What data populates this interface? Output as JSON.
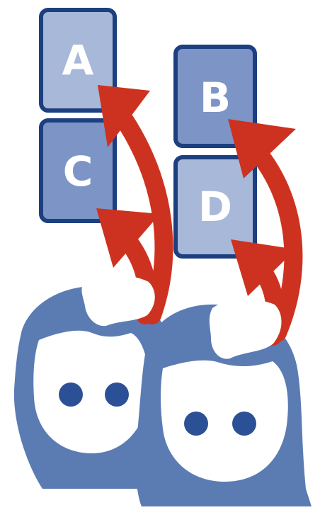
{
  "blocks": {
    "a": {
      "label": "A"
    },
    "b": {
      "label": "B"
    },
    "c": {
      "label": "C"
    },
    "d": {
      "label": "D"
    }
  },
  "colors": {
    "block_light": "#a7b8d9",
    "block_mid": "#7d95c6",
    "block_border": "#1c3f7f",
    "arrow": "#cd3220",
    "person": "#5b7bb3",
    "eye": "#2c5096",
    "background": "#ffffff"
  },
  "icons": [
    "person-icon",
    "curved-arrow-icon"
  ]
}
